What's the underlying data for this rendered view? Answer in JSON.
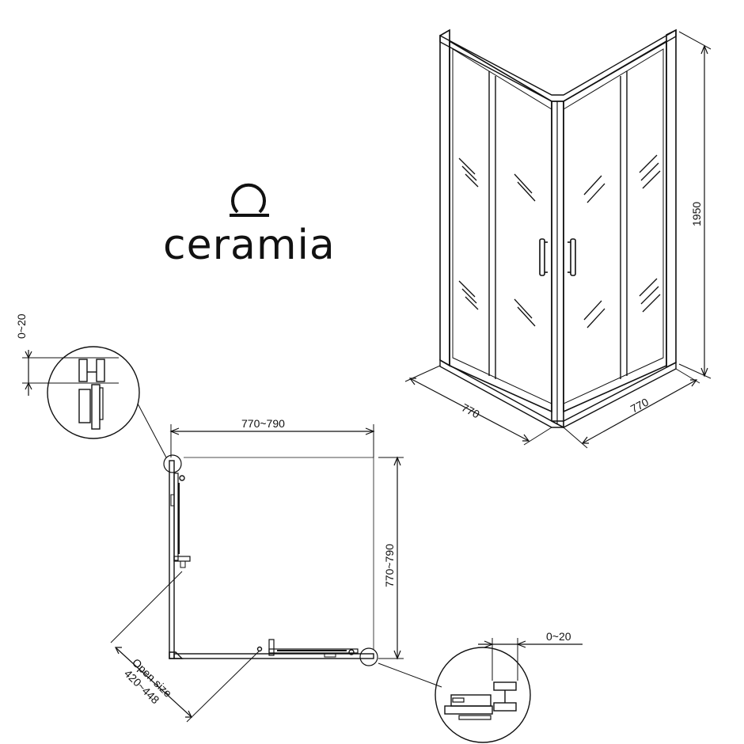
{
  "brand": {
    "name": "ceramia",
    "logo_icon": "omega-ring-icon"
  },
  "elevation_view": {
    "height_label": "1950",
    "width_left_label": "770",
    "width_right_label": "770"
  },
  "plan_view": {
    "width_label": "770~790",
    "depth_label": "770~790",
    "open_size_title": "Open size",
    "open_size_value": "420~448"
  },
  "detail_top_left": {
    "adjust_label": "0~20"
  },
  "detail_bottom_right": {
    "adjust_label": "0~20"
  },
  "colors": {
    "line": "#111111",
    "background": "#ffffff"
  }
}
